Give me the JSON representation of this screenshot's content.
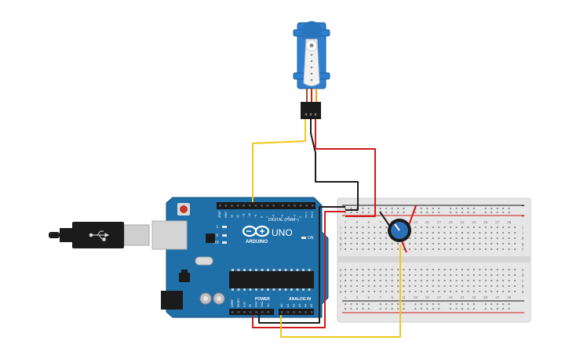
{
  "board": {
    "brand": "ARDUINO",
    "model": "UNO",
    "digital_header": "DIGITAL (PWM~)",
    "power_header": "POWER",
    "analog_header": "ANALOG IN",
    "led_l": "L",
    "led_tx": "TX",
    "led_rx": "RX",
    "led_on": "ON",
    "digital_pins": [
      "AREF",
      "GND",
      "13",
      "12",
      "~11",
      "~10",
      "~9",
      "8",
      "7",
      "~6",
      "~5",
      "4",
      "~3",
      "2",
      "TX 1",
      "RX 0"
    ],
    "power_pins": [
      "IOREF",
      "RESET",
      "3.3V",
      "5V",
      "GND",
      "GND",
      "Vin"
    ],
    "analog_pins": [
      "A0",
      "A1",
      "A2",
      "A3",
      "A4",
      "A5"
    ]
  },
  "breadboard": {
    "column_numbers": [
      "1",
      "3",
      "5",
      "7",
      "9",
      "11",
      "13",
      "15",
      "17",
      "19",
      "21",
      "23",
      "25",
      "27",
      "29"
    ],
    "row_letters_top": [
      "j",
      "i",
      "h",
      "g",
      "f"
    ],
    "row_letters_bottom": [
      "e",
      "d",
      "c",
      "b",
      "a"
    ],
    "rail_plus": "+",
    "rail_minus": "−"
  },
  "colors": {
    "board": "#1f6fa8",
    "wire_signal": "#f2c81a",
    "wire_power": "#d01a1a",
    "wire_ground": "#1c1c1c",
    "servo_body": "#2f7fd0",
    "breadboard": "#e4e4e4"
  },
  "icons": {
    "arduino_logo": "arduino-infinity-logo",
    "usb_plug": "usb-b-plug",
    "servo_horn": "servo-horn"
  }
}
